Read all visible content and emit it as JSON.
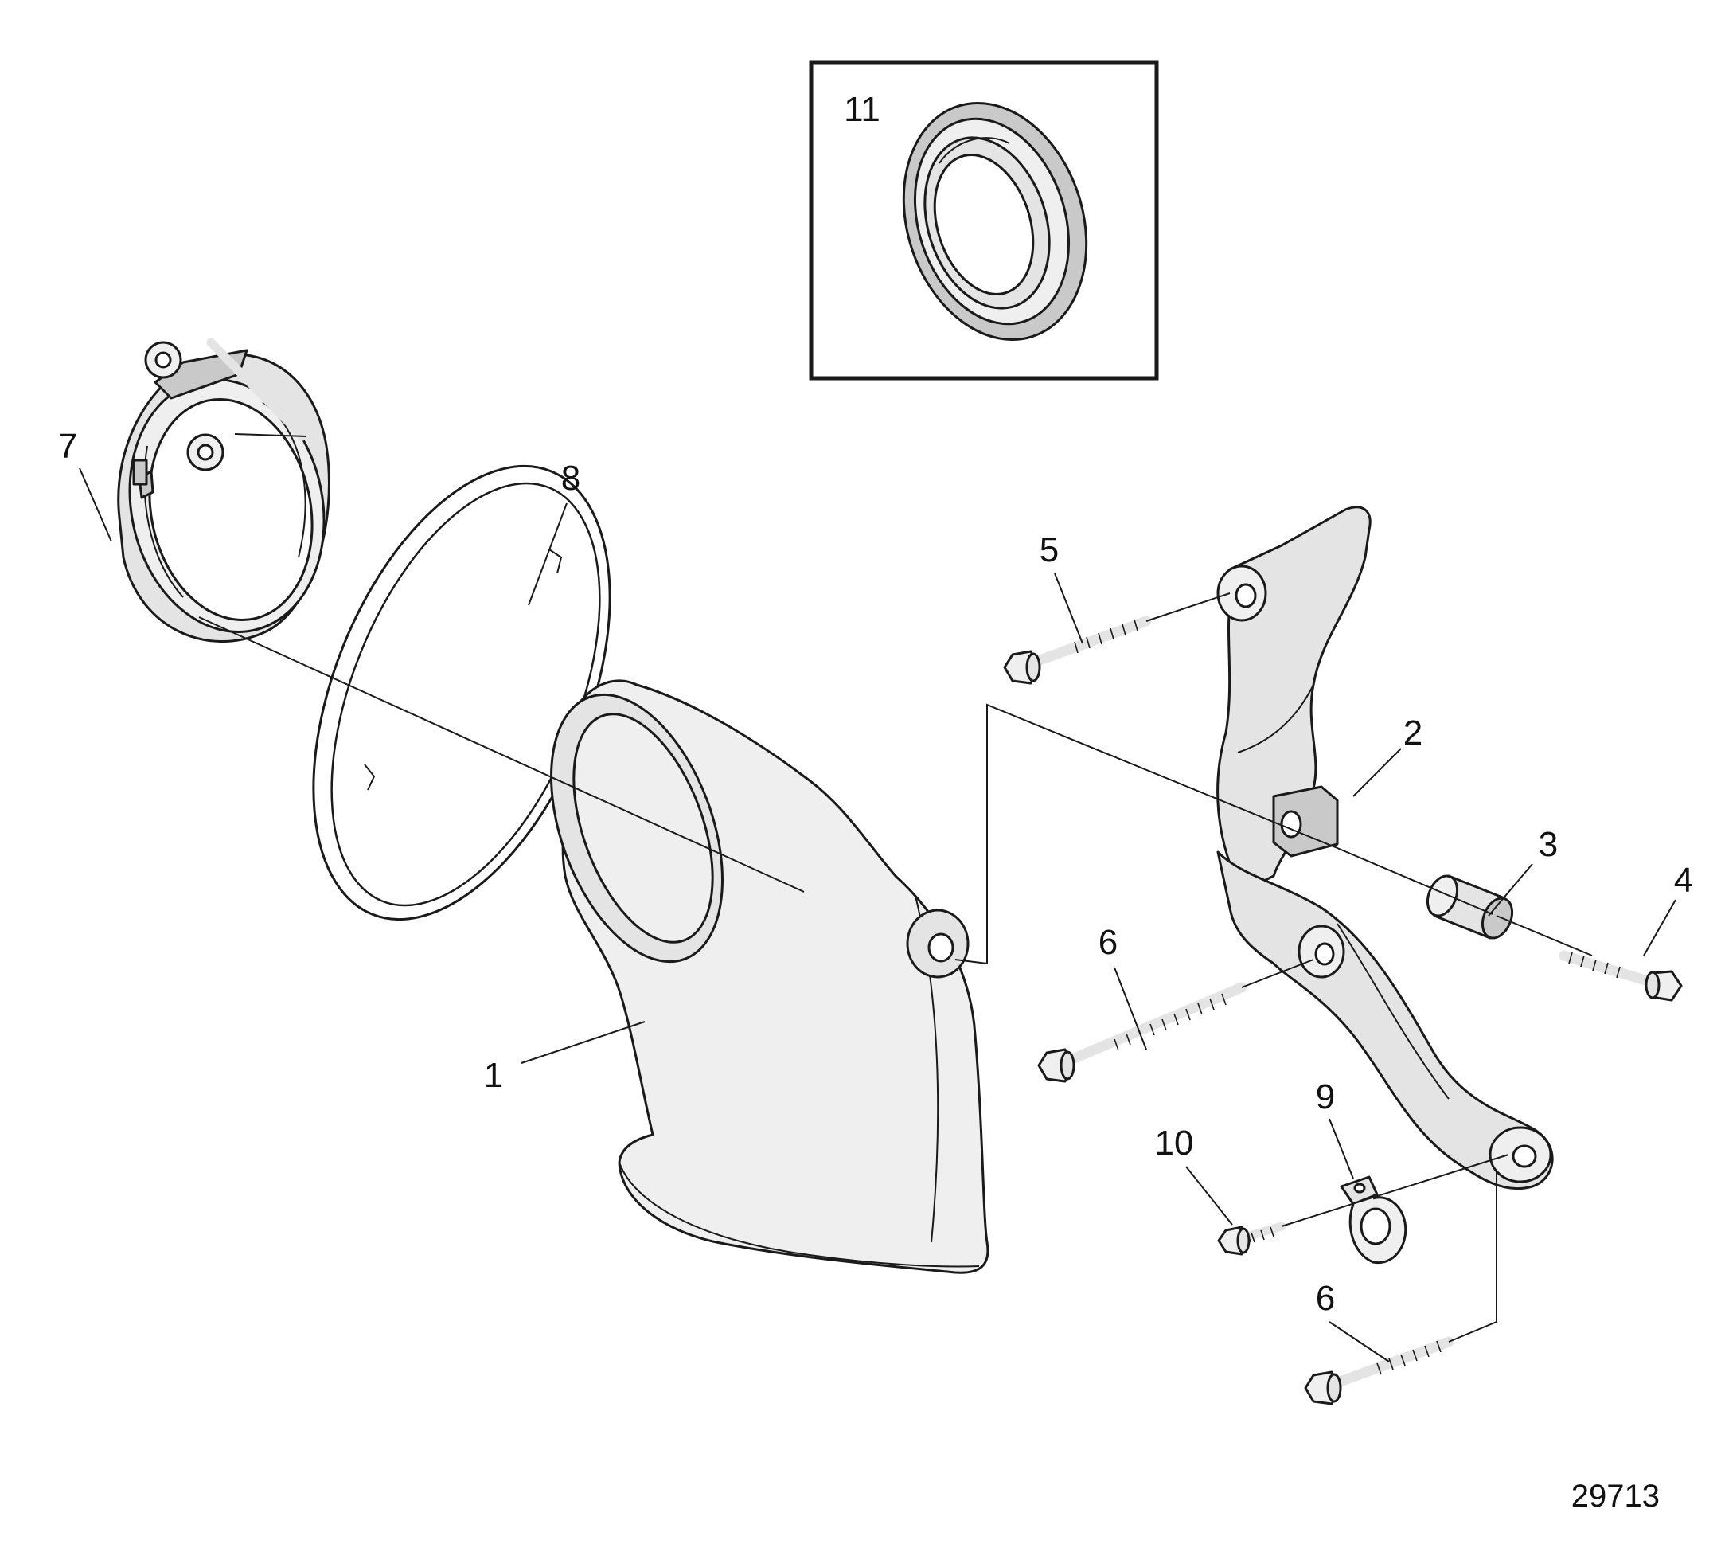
{
  "figure_number": "29713",
  "callouts": [
    {
      "id": "1",
      "label": "1"
    },
    {
      "id": "2",
      "label": "2"
    },
    {
      "id": "3",
      "label": "3"
    },
    {
      "id": "4",
      "label": "4"
    },
    {
      "id": "5",
      "label": "5"
    },
    {
      "id": "6a",
      "label": "6"
    },
    {
      "id": "6b",
      "label": "6"
    },
    {
      "id": "7",
      "label": "7"
    },
    {
      "id": "8",
      "label": "8"
    },
    {
      "id": "9",
      "label": "9"
    },
    {
      "id": "10",
      "label": "10"
    },
    {
      "id": "11",
      "label": "11"
    }
  ]
}
